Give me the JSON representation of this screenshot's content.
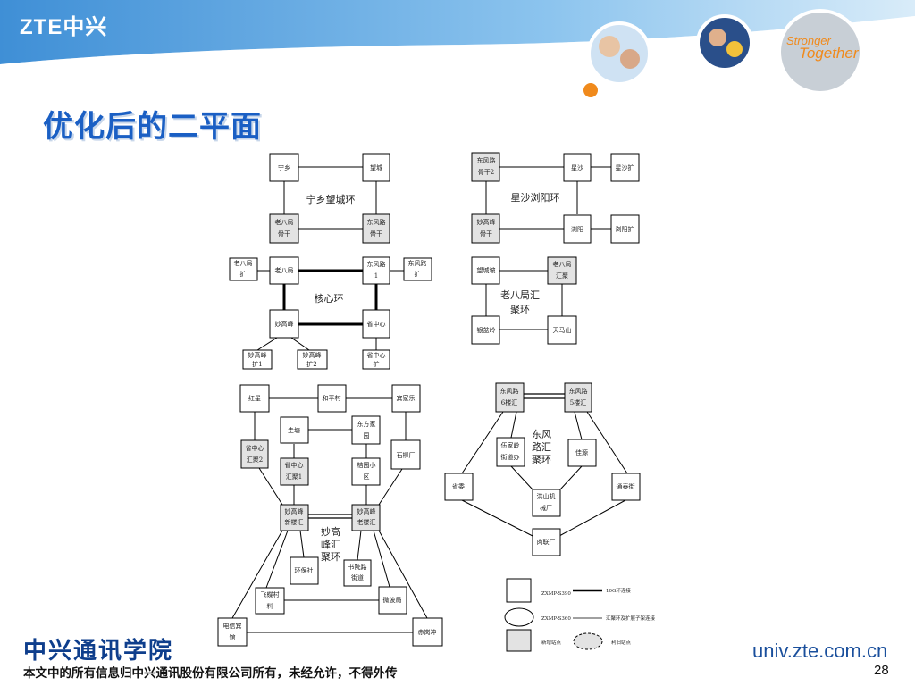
{
  "header": {
    "logo": "ZTE中兴",
    "slogan_line1": "Stronger",
    "slogan_line2": "Together"
  },
  "title": "优化后的二平面",
  "diagram": {
    "rings": {
      "ningxiang": "宁乡望城环",
      "xingsha": "星沙浏阳环",
      "core": "核心环",
      "laobaju_line1": "老八局汇",
      "laobaju_line2": "聚环",
      "dongfeng_line1": "东风",
      "dongfeng_line2": "路汇",
      "dongfeng_line3": "聚环",
      "miaogaofeng_line1": "妙高",
      "miaogaofeng_line2": "峰汇",
      "miaogaofeng_line3": "聚环"
    },
    "nodes": {
      "ningxiang": "宁乡",
      "wangcheng": "望城",
      "lbj_gugan_1": "老八局",
      "lbj_gugan_2": "骨干",
      "dfl_gugan_1": "东风路",
      "dfl_gugan_2": "骨干",
      "dfl_gugan2_1": "东风路",
      "dfl_gugan2_2": "骨干2",
      "xingsha": "星沙",
      "xingsha_ext": "星沙扩",
      "mgf_gugan_1": "妙高峰",
      "mgf_gugan_2": "骨干",
      "liuyang": "浏阳",
      "liuyang_ext": "浏阳扩",
      "lbj_ext_1": "老八局",
      "lbj_ext_2": "扩",
      "lbj": "老八局",
      "dfl1_1": "东风路",
      "dfl1_2": "1",
      "dfl_ext_1": "东风路",
      "dfl_ext_2": "扩",
      "mgf": "妙高峰",
      "szx": "省中心",
      "mgf_ext1_1": "妙高峰",
      "mgf_ext1_2": "扩1",
      "mgf_ext2_1": "妙高峰",
      "mgf_ext2_2": "扩2",
      "szx_ext_1": "省中心",
      "szx_ext_2": "扩",
      "wcj": "望城坡",
      "lbj_hj_1": "老八局",
      "lbj_hj_2": "汇聚",
      "ypl": "银盆岭",
      "tms": "天马山",
      "hongxing": "红星",
      "hepingcun": "和平村",
      "gujiacong": "宾家乐",
      "guitang": "圭塘",
      "dfjy_1": "东方家",
      "dfjy_2": "园",
      "shimiaochang": "石柳厂",
      "szx_hj2_1": "省中心",
      "szx_hj2_2": "汇聚2",
      "szx_hj1_1": "省中心",
      "szx_hj1_2": "汇聚1",
      "jyxq_1": "桔园小",
      "jyxq_2": "区",
      "mgf_new_1": "妙高峰",
      "mgf_new_2": "新楼汇",
      "mgf_old_1": "妙高峰",
      "mgf_old_2": "老楼汇",
      "huanbaoshe": "环保社",
      "syl_1": "书院路",
      "syl_2": "街道",
      "fdc_1": "飞蝶村",
      "fdc_2": "料",
      "weiboju": "微波局",
      "dxsg_1": "电信宾",
      "dxsg_2": "馆",
      "chiganchong": "赤岗冲",
      "dfl6_1": "东风路",
      "dfl6_2": "6楼汇",
      "dfl5_1": "东风路",
      "dfl5_2": "5楼汇",
      "wjl_1": "伍家岭",
      "wjl_2": "街道办",
      "jiayuan": "佳源",
      "shengwei": "省委",
      "tongtaijie": "通泰街",
      "hsjx_1": "洪山机",
      "hsjx_2": "械厂",
      "roulianchang": "肉联厂"
    },
    "legend": {
      "zxmp_s390": "ZXMP-S390",
      "zxmp_s360": "ZXMP-S360",
      "link_10g": "10G环连接",
      "link_agg": "汇聚环及扩展子架连接",
      "new_site": "新增站点",
      "old_site": "利旧站点"
    }
  },
  "footer": {
    "school": "中兴通讯学院",
    "note": "本文中的所有信息归中兴通讯股份有限公司所有，未经允许，不得外传",
    "url": "univ.zte.com.cn",
    "page": "28"
  }
}
